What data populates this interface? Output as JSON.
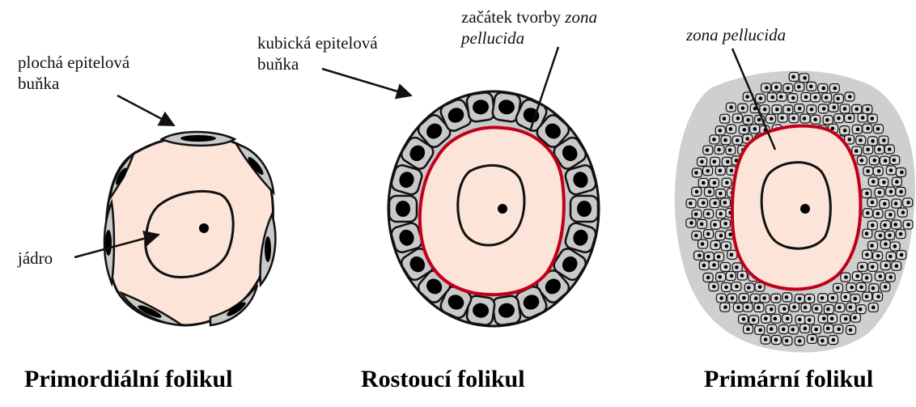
{
  "titles": {
    "primordial": "Primordiální folikul",
    "growing": "Rostoucí folikul",
    "primary": "Primární folikul"
  },
  "labels": {
    "flat_cell_line1": "plochá epitelová",
    "flat_cell_line2": "buňka",
    "nucleus": "jádro",
    "cubic_cell_line1": "kubická epitelová",
    "cubic_cell_line2": "buňka",
    "zona_start_prefix": "začátek tvorby",
    "zona_start_italic1": "zona",
    "zona_start_italic2": "pellucida",
    "zona": "zona pellucida"
  },
  "colors": {
    "oocyte_fill": "#fce4d8",
    "cell_fill": "#c9c9c9",
    "nucleus_fill": "#000000",
    "zona_red": "#c0001a",
    "outline": "#111111",
    "granulosa_bg": "#cfcfcf"
  }
}
